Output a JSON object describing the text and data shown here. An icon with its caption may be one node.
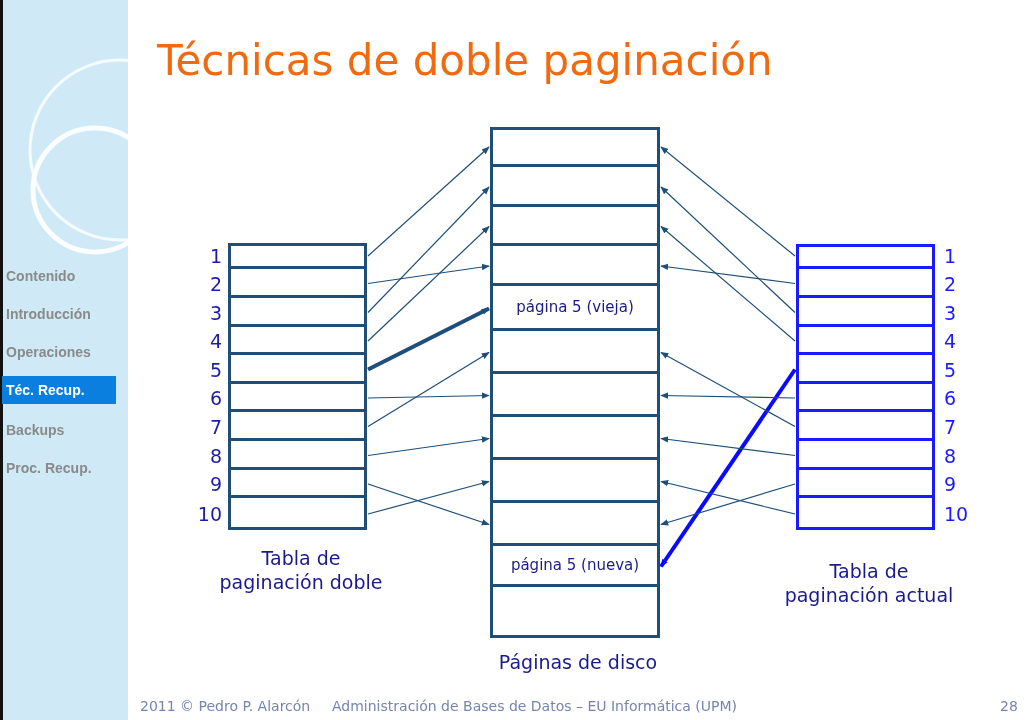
{
  "diagram": {
    "title": "Técnicas de doble paginación",
    "nodes": [
      {
        "text": [
          "Tabla de paginación doble"
        ]
      },
      {
        "text": [],
        "shape": "box",
        "in": 0,
        "beside": [
          "1"
        ]
      },
      {
        "text": [],
        "shape": "box",
        "in": 0,
        "beside": [
          "2"
        ]
      },
      {
        "text": [],
        "shape": "box",
        "in": 0,
        "beside": [
          "3"
        ]
      },
      {
        "text": [],
        "shape": "box",
        "in": 0,
        "beside": [
          "4"
        ]
      },
      {
        "text": [],
        "shape": "box",
        "in": 0,
        "beside": [
          "5"
        ]
      },
      {
        "text": [],
        "shape": "box",
        "in": 0,
        "beside": [
          "6"
        ]
      },
      {
        "text": [],
        "shape": "box",
        "in": 0,
        "beside": [
          "7"
        ]
      },
      {
        "text": [],
        "shape": "box",
        "in": 0,
        "beside": [
          "8"
        ]
      },
      {
        "text": [],
        "shape": "box",
        "in": 0,
        "beside": [
          "9"
        ]
      },
      {
        "text": [],
        "shape": "box",
        "in": 0,
        "beside": [
          "10"
        ]
      },
      {
        "text": [
          "Páginas de disco"
        ]
      },
      {
        "text": [],
        "shape": "box",
        "in": 11
      },
      {
        "text": [],
        "shape": "box",
        "in": 11
      },
      {
        "text": [],
        "shape": "box",
        "in": 11
      },
      {
        "text": [],
        "shape": "box",
        "in": 11
      },
      {
        "text": [
          "página 5 (vieja)"
        ],
        "in": 11
      },
      {
        "text": [],
        "shape": "box",
        "in": 11
      },
      {
        "text": [],
        "shape": "box",
        "in": 11
      },
      {
        "text": [],
        "shape": "box",
        "in": 11
      },
      {
        "text": [],
        "shape": "box",
        "in": 11
      },
      {
        "text": [],
        "shape": "box",
        "in": 11
      },
      {
        "text": [
          "página 5 (nueva)"
        ],
        "in": 11
      },
      {
        "text": [],
        "shape": "box",
        "in": 11
      },
      {
        "text": [
          "Tabla de paginación actual"
        ]
      },
      {
        "text": [],
        "shape": "box",
        "in": 24,
        "beside": [
          "1"
        ]
      },
      {
        "text": [],
        "shape": "box",
        "in": 24,
        "beside": [
          "2"
        ]
      },
      {
        "text": [],
        "shape": "box",
        "in": 24,
        "beside": [
          "3"
        ]
      },
      {
        "text": [],
        "shape": "box",
        "in": 24,
        "beside": [
          "4"
        ]
      },
      {
        "text": [],
        "shape": "box",
        "in": 24,
        "beside": [
          "5"
        ]
      },
      {
        "text": [],
        "shape": "box",
        "in": 24,
        "beside": [
          "6"
        ]
      },
      {
        "text": [],
        "shape": "box",
        "in": 24,
        "beside": [
          "7"
        ]
      },
      {
        "text": [],
        "shape": "box",
        "in": 24,
        "beside": [
          "8"
        ]
      },
      {
        "text": [],
        "shape": "box",
        "in": 24,
        "beside": [
          "9"
        ]
      },
      {
        "text": [],
        "shape": "box",
        "in": 24,
        "beside": [
          "10"
        ]
      }
    ],
    "edges": [
      {
        "from": 1,
        "to": 12,
        "arrow": "to"
      },
      {
        "from": 2,
        "to": 15,
        "arrow": "to"
      },
      {
        "from": 3,
        "to": 13,
        "arrow": "to"
      },
      {
        "from": 4,
        "to": 14,
        "arrow": "to"
      },
      {
        "from": 5,
        "to": 16,
        "arrow": "to",
        "style": "thick"
      },
      {
        "from": 6,
        "to": 18,
        "arrow": "to"
      },
      {
        "from": 7,
        "to": 17,
        "arrow": "to"
      },
      {
        "from": 8,
        "to": 19,
        "arrow": "to"
      },
      {
        "from": 9,
        "to": 21,
        "arrow": "to"
      },
      {
        "from": 10,
        "to": 20,
        "arrow": "to"
      },
      {
        "from": 25,
        "to": 12,
        "arrow": "to"
      },
      {
        "from": 26,
        "to": 15,
        "arrow": "to"
      },
      {
        "from": 27,
        "to": 13,
        "arrow": "to"
      },
      {
        "from": 28,
        "to": 14,
        "arrow": "to"
      },
      {
        "from": 29,
        "to": 22,
        "arrow": "to",
        "style": "thick",
        "color": "#0a0aff"
      },
      {
        "from": 30,
        "to": 18,
        "arrow": "to"
      },
      {
        "from": 31,
        "to": 17,
        "arrow": "to"
      },
      {
        "from": 32,
        "to": 19,
        "arrow": "to"
      },
      {
        "from": 33,
        "to": 21,
        "arrow": "to"
      },
      {
        "from": 34,
        "to": 20,
        "arrow": "to"
      }
    ],
    "labels": [
      "Contenido",
      "Introducción",
      "Operaciones",
      "Téc. Recup.",
      "Backups",
      "Proc. Recup.",
      "2011 © Pedro P. Alarcón",
      "Administración de Bases de Datos – EU Informática (UPM)",
      "28"
    ]
  }
}
